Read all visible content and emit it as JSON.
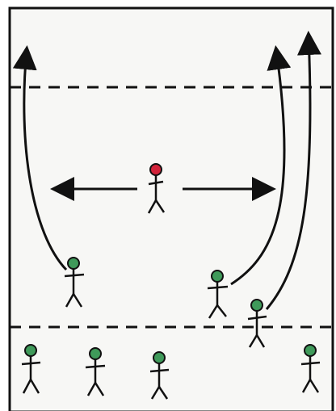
{
  "colors": {
    "background": "#f7f7f5",
    "line": "#111111",
    "player_head_green": "#3f9a5a",
    "player_head_red": "#d2233a"
  },
  "players": [
    {
      "id": "tagger",
      "color": "red"
    },
    {
      "id": "runner-1",
      "color": "green"
    },
    {
      "id": "runner-2",
      "color": "green"
    },
    {
      "id": "runner-3",
      "color": "green"
    },
    {
      "id": "waiting-1",
      "color": "green"
    },
    {
      "id": "waiting-2",
      "color": "green"
    },
    {
      "id": "waiting-3",
      "color": "green"
    },
    {
      "id": "waiting-4",
      "color": "green"
    }
  ],
  "arrows": [
    {
      "id": "tagger-move-left",
      "style": "straight"
    },
    {
      "id": "tagger-move-right",
      "style": "straight"
    },
    {
      "id": "runner-1-path",
      "style": "curved"
    },
    {
      "id": "runner-2-path",
      "style": "curved"
    },
    {
      "id": "runner-3-path",
      "style": "curved"
    }
  ],
  "lines": [
    {
      "id": "top-line",
      "style": "dashed"
    },
    {
      "id": "bottom-line",
      "style": "dashed"
    }
  ]
}
